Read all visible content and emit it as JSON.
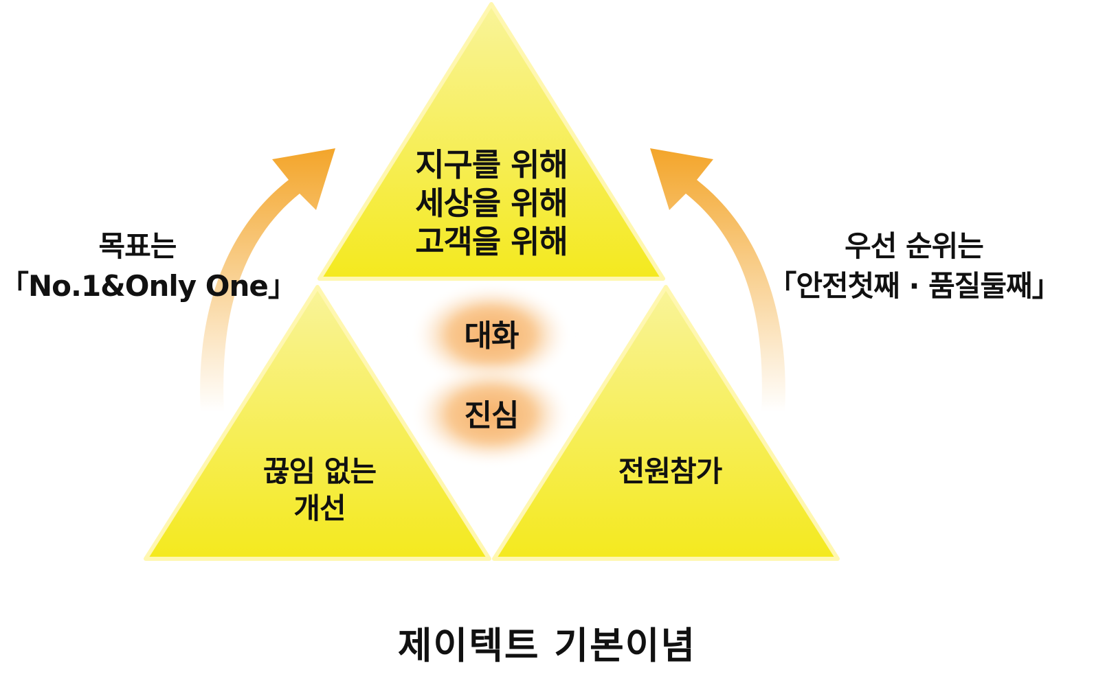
{
  "colors": {
    "triangle_fill_light": "#F9F49A",
    "triangle_fill_dark": "#F4E91E",
    "triangle_stroke": "#FFF7B0",
    "arrow_gradient_top": "#F3A52A",
    "arrow_gradient_bottom": "#FFFFFF",
    "blob_core": "#F7B16A",
    "blob_edge": "#FFFFFF",
    "text": "#111111"
  },
  "triangles": {
    "top": {
      "lines": [
        "지구를 위해",
        "세상을 위해",
        "고객을 위해"
      ]
    },
    "bottom_left": {
      "lines": [
        "끊임 없는",
        "개선"
      ]
    },
    "bottom_right": {
      "lines": [
        "전원참가"
      ]
    }
  },
  "center": {
    "top_label": "대화",
    "bottom_label": "진심"
  },
  "side_left": {
    "lines": [
      "목표는",
      "「No.1&Only One」"
    ]
  },
  "side_right": {
    "lines": [
      "우선 순위는",
      "「안전첫째 · 품질둘째」"
    ]
  },
  "caption": "제이텍트 기본이념"
}
